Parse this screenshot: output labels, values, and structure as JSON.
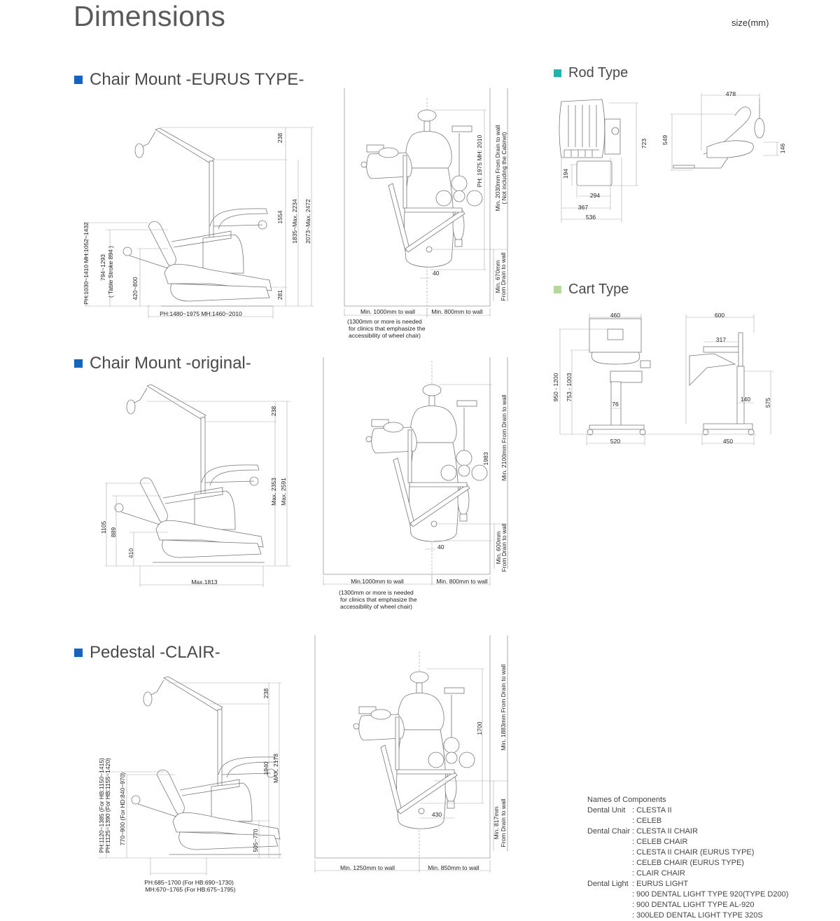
{
  "header": {
    "title": "Dimensions",
    "unit": "size(mm)"
  },
  "colors": {
    "chair_mount": "#1565c0",
    "rod_type": "#1fb5ad",
    "cart_type": "#b5d99c"
  },
  "sections": {
    "eurus": {
      "title": "Chair Mount -EURUS TYPE-",
      "side": {
        "d238": "238",
        "d1554": "1554",
        "d281": "281",
        "d2234": "1835~Max. 2234",
        "d2472": "2073~Max. 2472",
        "ph": "PH:1030~1410  MH:1052~1432",
        "table": "794~1293",
        "stroke": "( Table Stroke 894 )",
        "seat": "420~800",
        "length": "PH:1480~1975   MH:1460~2010"
      },
      "top": {
        "len": "PH: 1975 MH: 2010",
        "wall1": "Min. 2030mm From Drain to wall",
        "wall1b": "( Not including the Cabinet)",
        "wall2": "Min. 670mm",
        "wall2b": "From Drain to wall",
        "off": "40",
        "left": "Min. 1000mm to wall",
        "right": "Min. 800mm to wall",
        "note": [
          "(1300mm or more is needed",
          "for clinics that emphasize the",
          "accessibility of wheel chair)"
        ]
      }
    },
    "original": {
      "title": "Chair Mount -original-",
      "side": {
        "d238": "238",
        "d2353": "Max. 2353",
        "d2591": "Max. 2591",
        "d1105": "1105",
        "d889": "889",
        "d410": "410",
        "length": "Max.1813"
      },
      "top": {
        "len": "1983",
        "wall1": "Min. 2100mm From Drain to wall",
        "wall2": "Min. 600mm",
        "wall2b": "From Drain to wall",
        "off": "40",
        "left": "Min.1000mm to wall",
        "right": "Min. 800mm to wall",
        "note": [
          "(1300mm or more is needed",
          "for clinics that emphasize the",
          "accessibility of wheel chair)"
        ]
      }
    },
    "clair": {
      "title": "Pedestal -CLAIR-",
      "side": {
        "d238": "238",
        "d1940": "1940",
        "d2178": "MAX. 2178",
        "ph1": "PH:1120~1385 (For HB:1150~1415)",
        "ph2": "PH:1125~1390 (For HB:1155~1420)",
        "hd": "770~900 (For HD:840~970)",
        "seat": "505~770",
        "len1": "PH:685~1700 (For HB:690~1730)",
        "len2": "MH:670~1765 (For HB:675~1795)"
      },
      "top": {
        "len": "1700",
        "wall1": "Min. 1883mm From Drain to wall",
        "wall2": "Min. 817mm",
        "wall2b": "From Drain to wall",
        "off": "430",
        "left": "Min. 1250mm to wall",
        "right": "Min. 850mm to wall"
      }
    },
    "rod": {
      "title": "Rod Type",
      "d478": "478",
      "d549": "549",
      "d146": "146",
      "d723": "723",
      "d194": "194",
      "d294": "294",
      "d367": "367",
      "d536": "536"
    },
    "cart": {
      "title": "Cart Type",
      "d460": "460",
      "d600": "600",
      "d317": "317",
      "d950": "950 - 1200",
      "d753": "753 - 1003",
      "d76": "76",
      "d140": "140",
      "d575": "575",
      "d520": "520",
      "d450": "450"
    }
  },
  "components": {
    "title": "Names of Components",
    "rows": [
      {
        "k": "Dental Unit",
        "v": ": CLESTA II"
      },
      {
        "k": "",
        "v": ": CELEB"
      },
      {
        "k": "Dental Chair",
        "v": ": CLESTA II CHAIR"
      },
      {
        "k": "",
        "v": ": CELEB CHAIR"
      },
      {
        "k": "",
        "v": ": CLESTA II CHAIR (EURUS TYPE)"
      },
      {
        "k": "",
        "v": ": CELEB CHAIR (EURUS TYPE)"
      },
      {
        "k": "",
        "v": ": CLAIR CHAIR"
      },
      {
        "k": "Dental Light",
        "v": ": EURUS LIGHT"
      },
      {
        "k": "",
        "v": ": 900 DENTAL LIGHT TYPE 920(TYPE D200)"
      },
      {
        "k": "",
        "v": ": 900 DENTAL LIGHT TYPE AL-920"
      },
      {
        "k": "",
        "v": ": 300LED DENTAL LIGHT TYPE 320S"
      }
    ]
  }
}
